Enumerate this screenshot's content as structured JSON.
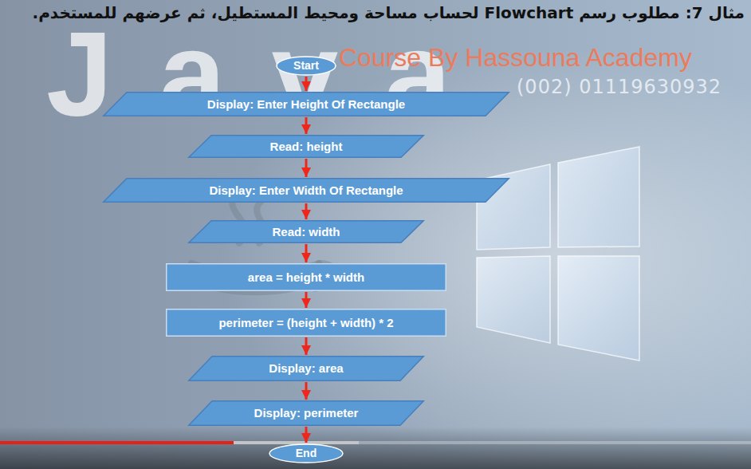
{
  "diagram": {
    "title": "مثال 7: مطلوب رسم Flowchart لحساب مساحة ومحيط المستطيل، ثم عرضهم للمستخدم.",
    "nodes": [
      {
        "text": [
          "Start"
        ]
      },
      {
        "text": [
          "Display: Enter Height Of Rectangle"
        ]
      },
      {
        "text": [
          "Read: height"
        ]
      },
      {
        "text": [
          "Display: Enter Width Of Rectangle"
        ]
      },
      {
        "text": [
          "Read: width"
        ]
      },
      {
        "text": [
          "area = height * width"
        ]
      },
      {
        "text": [
          "perimeter = (height + width) * 2"
        ]
      },
      {
        "text": [
          "Display: area"
        ]
      },
      {
        "text": [
          "Display: perimeter"
        ]
      },
      {
        "text": [
          "End"
        ]
      }
    ],
    "edges": [
      {
        "from": 0,
        "to": 1,
        "arrow": "to"
      },
      {
        "from": 1,
        "to": 2,
        "arrow": "to"
      },
      {
        "from": 2,
        "to": 3,
        "arrow": "to"
      },
      {
        "from": 3,
        "to": 4,
        "arrow": "to"
      },
      {
        "from": 4,
        "to": 5,
        "arrow": "to"
      },
      {
        "from": 5,
        "to": 6,
        "arrow": "to"
      },
      {
        "from": 6,
        "to": 7,
        "arrow": "to"
      },
      {
        "from": 7,
        "to": 8,
        "arrow": "to"
      },
      {
        "from": 8,
        "to": 9,
        "arrow": "to"
      }
    ],
    "labels": [
      "Java",
      "Course By Hassouna Academy",
      "(002) 01119630932"
    ]
  }
}
